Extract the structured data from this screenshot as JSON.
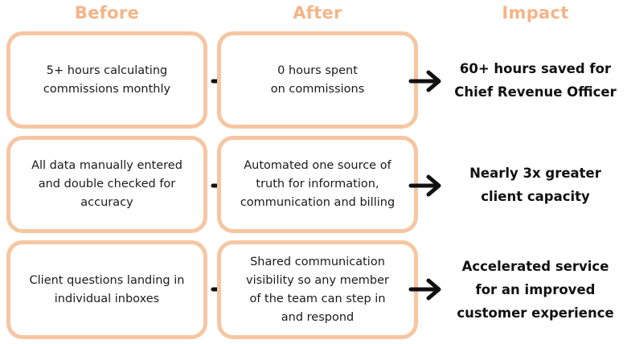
{
  "headers": {
    "before": "Before",
    "after": "After",
    "impact": "Impact"
  },
  "rows": [
    {
      "before": "5+ hours calculating\ncommissions monthly",
      "after": "0 hours spent\non commissions",
      "impact": "60+ hours saved for\nChief Revenue Officer"
    },
    {
      "before": "All data manually entered\nand double checked for\naccuracy",
      "after": "Automated one source of\ntruth for information,\ncommunication and billing",
      "impact": "Nearly 3x greater\nclient capacity"
    },
    {
      "before": "Client questions landing in\nindividual inboxes",
      "after": "Shared communication\nvisibility so any member\nof the team can step in\nand respond",
      "impact": "Accelerated service\nfor an improved\ncustomer experience"
    }
  ],
  "colors": {
    "accent": "#f5b486",
    "box_border": "#f6c6a2",
    "text": "#1a1a1a"
  }
}
